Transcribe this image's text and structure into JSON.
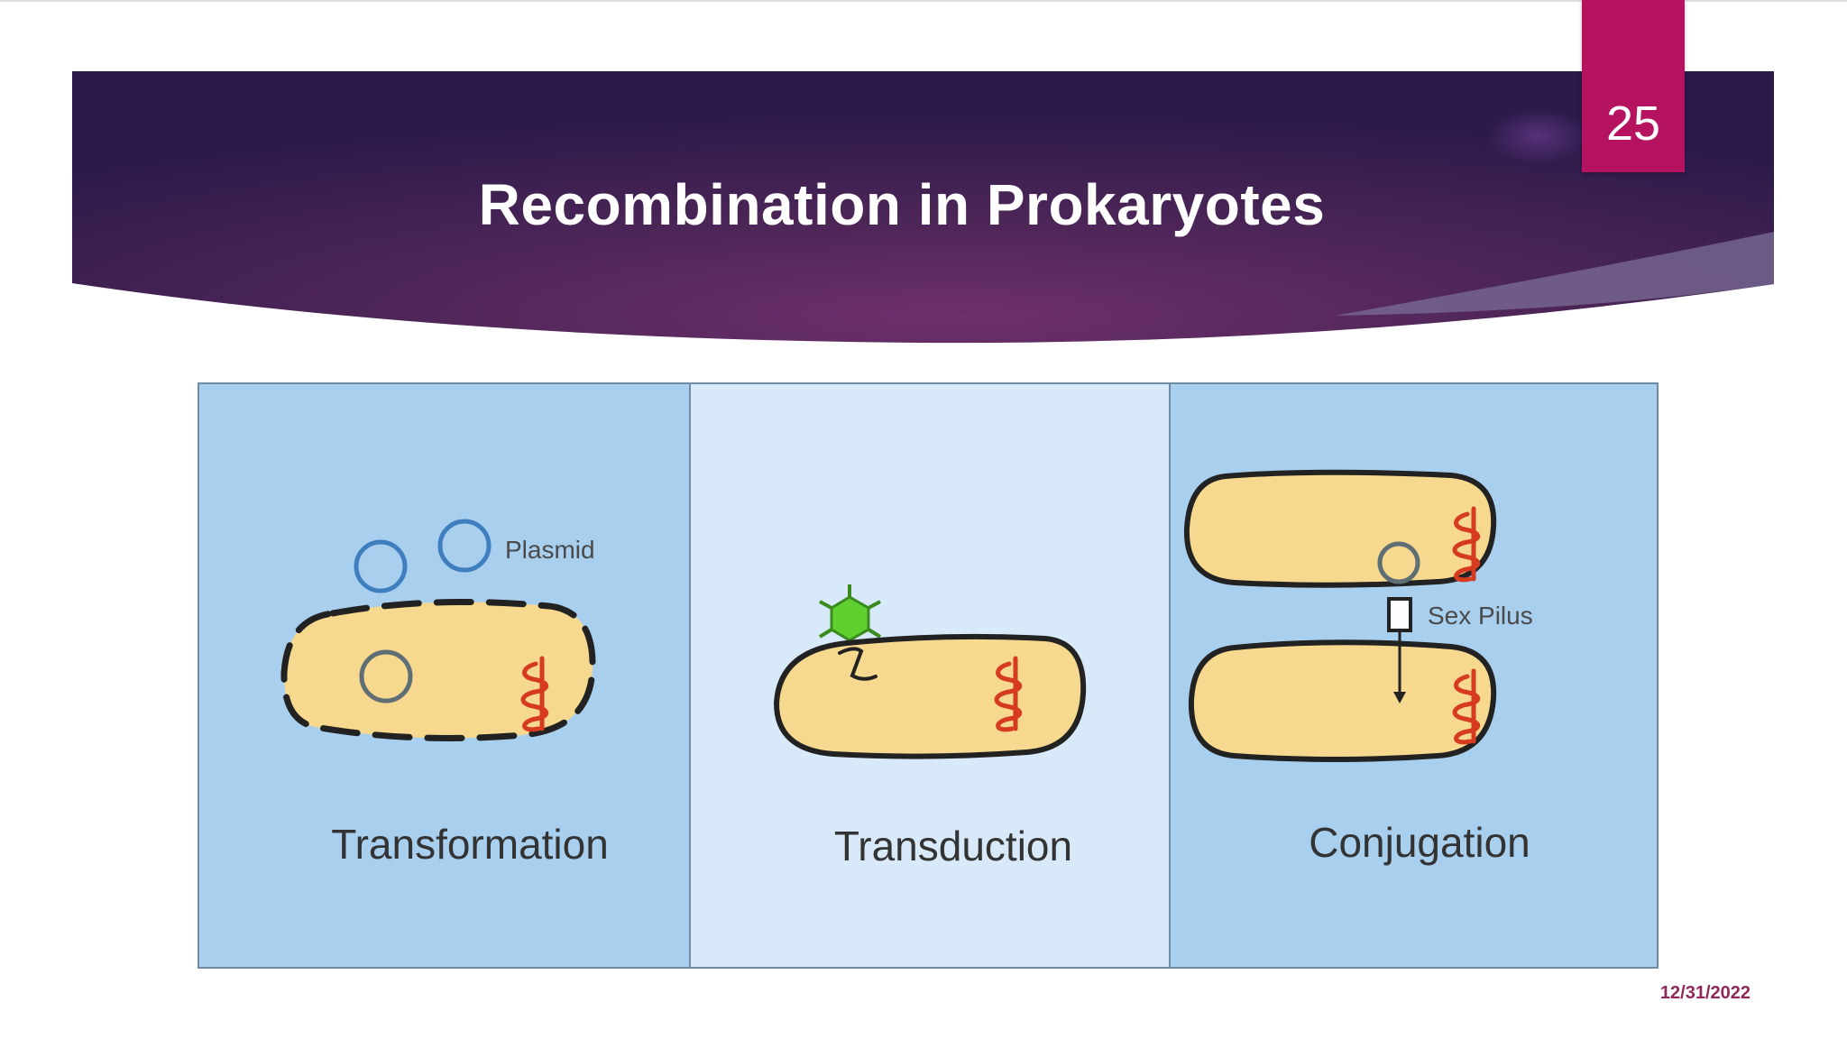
{
  "slide": {
    "title": "Recombination in Prokaryotes",
    "page_number": "25",
    "date": "12/31/2022"
  },
  "panels": [
    {
      "label": "Transformation",
      "annotation": "Plasmid"
    },
    {
      "label": "Transduction"
    },
    {
      "label": "Conjugation",
      "annotation": "Sex Pilus"
    }
  ],
  "colors": {
    "banner_dark": "#2b1a4a",
    "banner_mid": "#5a2a60",
    "banner_light": "#6e2f6c",
    "accent_magenta": "#b5135f",
    "panel_blue": "#a9cfee",
    "panel_light_blue": "#d8eaf9",
    "cell_fill": "#f6d88e",
    "plasmid_blue": "#3f7fc0",
    "dna_red": "#d63a1f",
    "phage_green": "#5fd02f",
    "date_color": "#8f2a5b"
  }
}
